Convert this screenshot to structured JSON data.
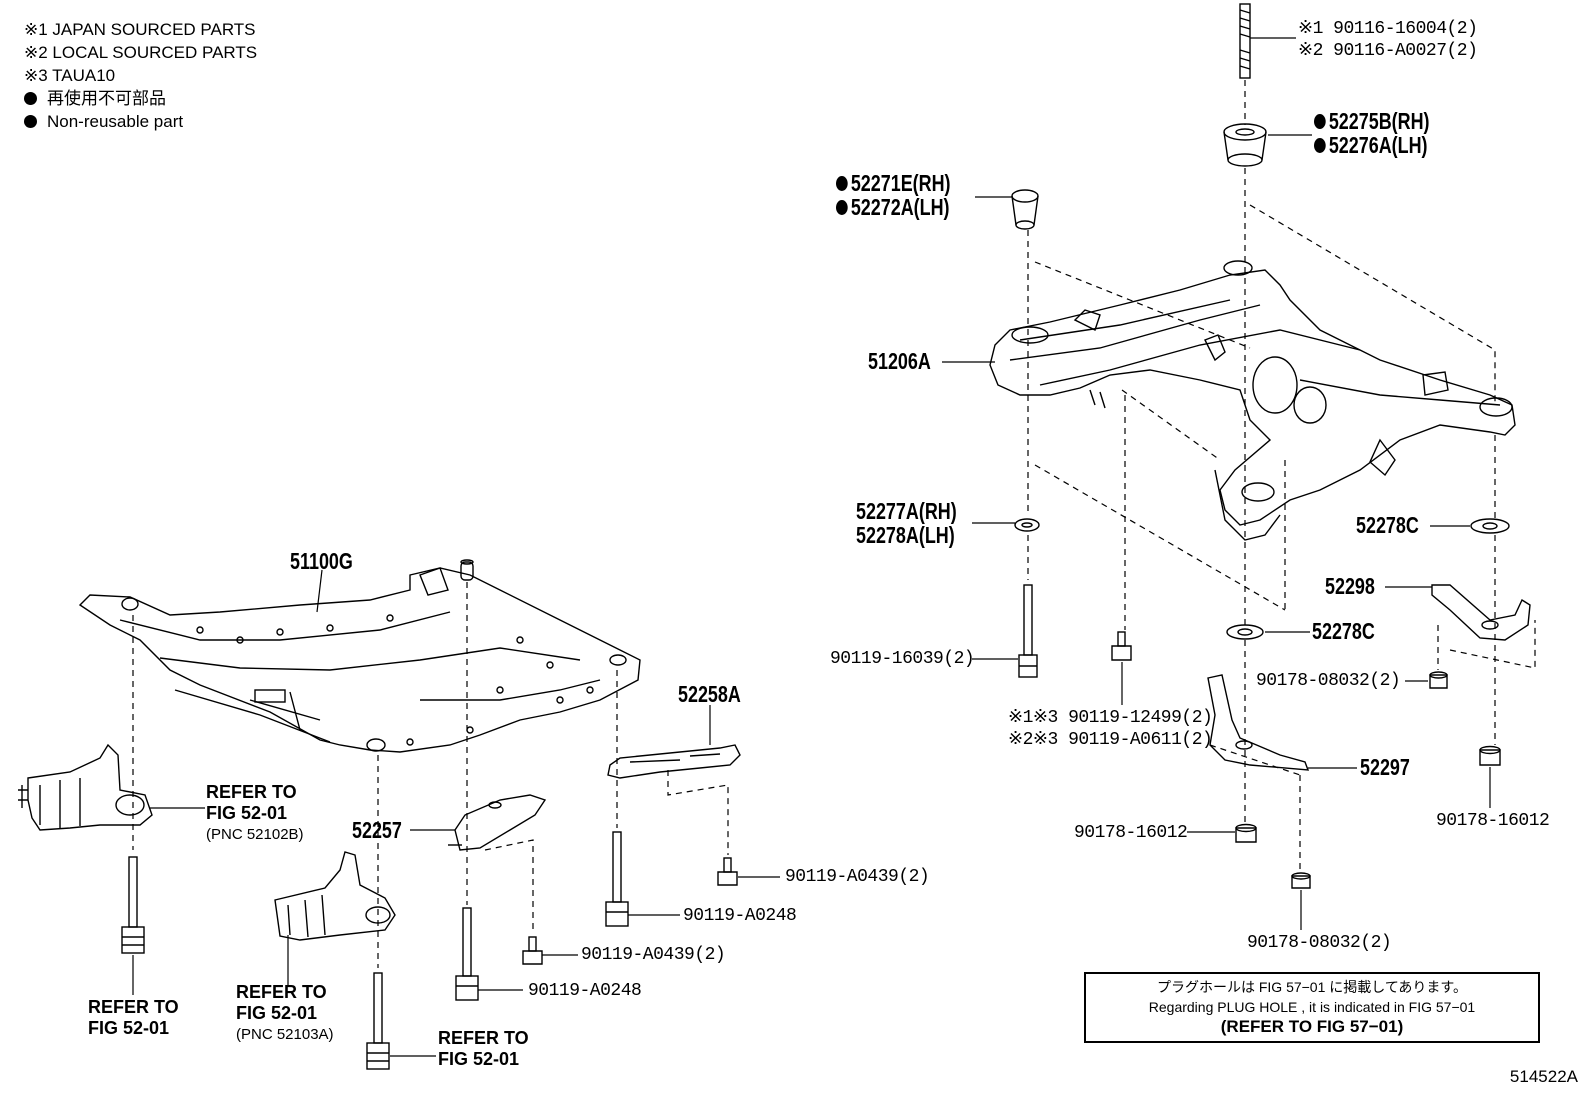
{
  "legend": {
    "japan": "※1 JAPAN SOURCED PARTS",
    "local": "※2 LOCAL SOURCED PARTS",
    "taua": "※3 TAUA10",
    "non_reusable_jp": "再使用不可部品",
    "non_reusable_en": "Non-reusable part"
  },
  "labels": {
    "p90116_1": "※1 90116-16004(2)",
    "p90116_2": "※2 90116-A0027(2)",
    "p52275B": "52275B(RH)",
    "p52276A": "52276A(LH)",
    "p52271E": "52271E(RH)",
    "p52272A": "52272A(LH)",
    "p51206A": "51206A",
    "p52277A": "52277A(RH)",
    "p52278A": "52278A(LH)",
    "p52278C_a": "52278C",
    "p52298": "52298",
    "p52278C_b": "52278C",
    "p90119_16039": "90119-16039(2)",
    "p90178_08032_a": "90178-08032(2)",
    "p90119_12499": "※1※3 90119-12499(2)",
    "p90119_A0611": "※2※3 90119-A0611(2)",
    "p52297": "52297",
    "p90178_16012_a": "90178-16012",
    "p90178_16012_b": "90178-16012",
    "p90178_08032_b": "90178-08032(2)",
    "p51100G": "51100G",
    "p52258A": "52258A",
    "p52257": "52257",
    "p90119_A0439_a": "90119-A0439(2)",
    "p90119_A0248_a": "90119-A0248",
    "p90119_A0439_b": "90119-A0439(2)",
    "p90119_A0248_b": "90119-A0248"
  },
  "refs": {
    "r1": {
      "l1": "REFER TO",
      "l2": "FIG 52-01",
      "l3": "(PNC 52102B)"
    },
    "r2": {
      "l1": "REFER TO",
      "l2": "FIG 52-01",
      "l3": "(PNC 52103A)"
    },
    "r3": {
      "l1": "REFER TO",
      "l2": "FIG 52-01"
    },
    "r4": {
      "l1": "REFER TO",
      "l2": "FIG 52-01"
    }
  },
  "note": {
    "jp": "プラグホールは FIG 57−01 に掲載してあります。",
    "en": "Regarding PLUG HOLE , it is indicated in FIG 57−01",
    "ref": "(REFER TO FIG 57−01)"
  },
  "figure_id": "514522A"
}
